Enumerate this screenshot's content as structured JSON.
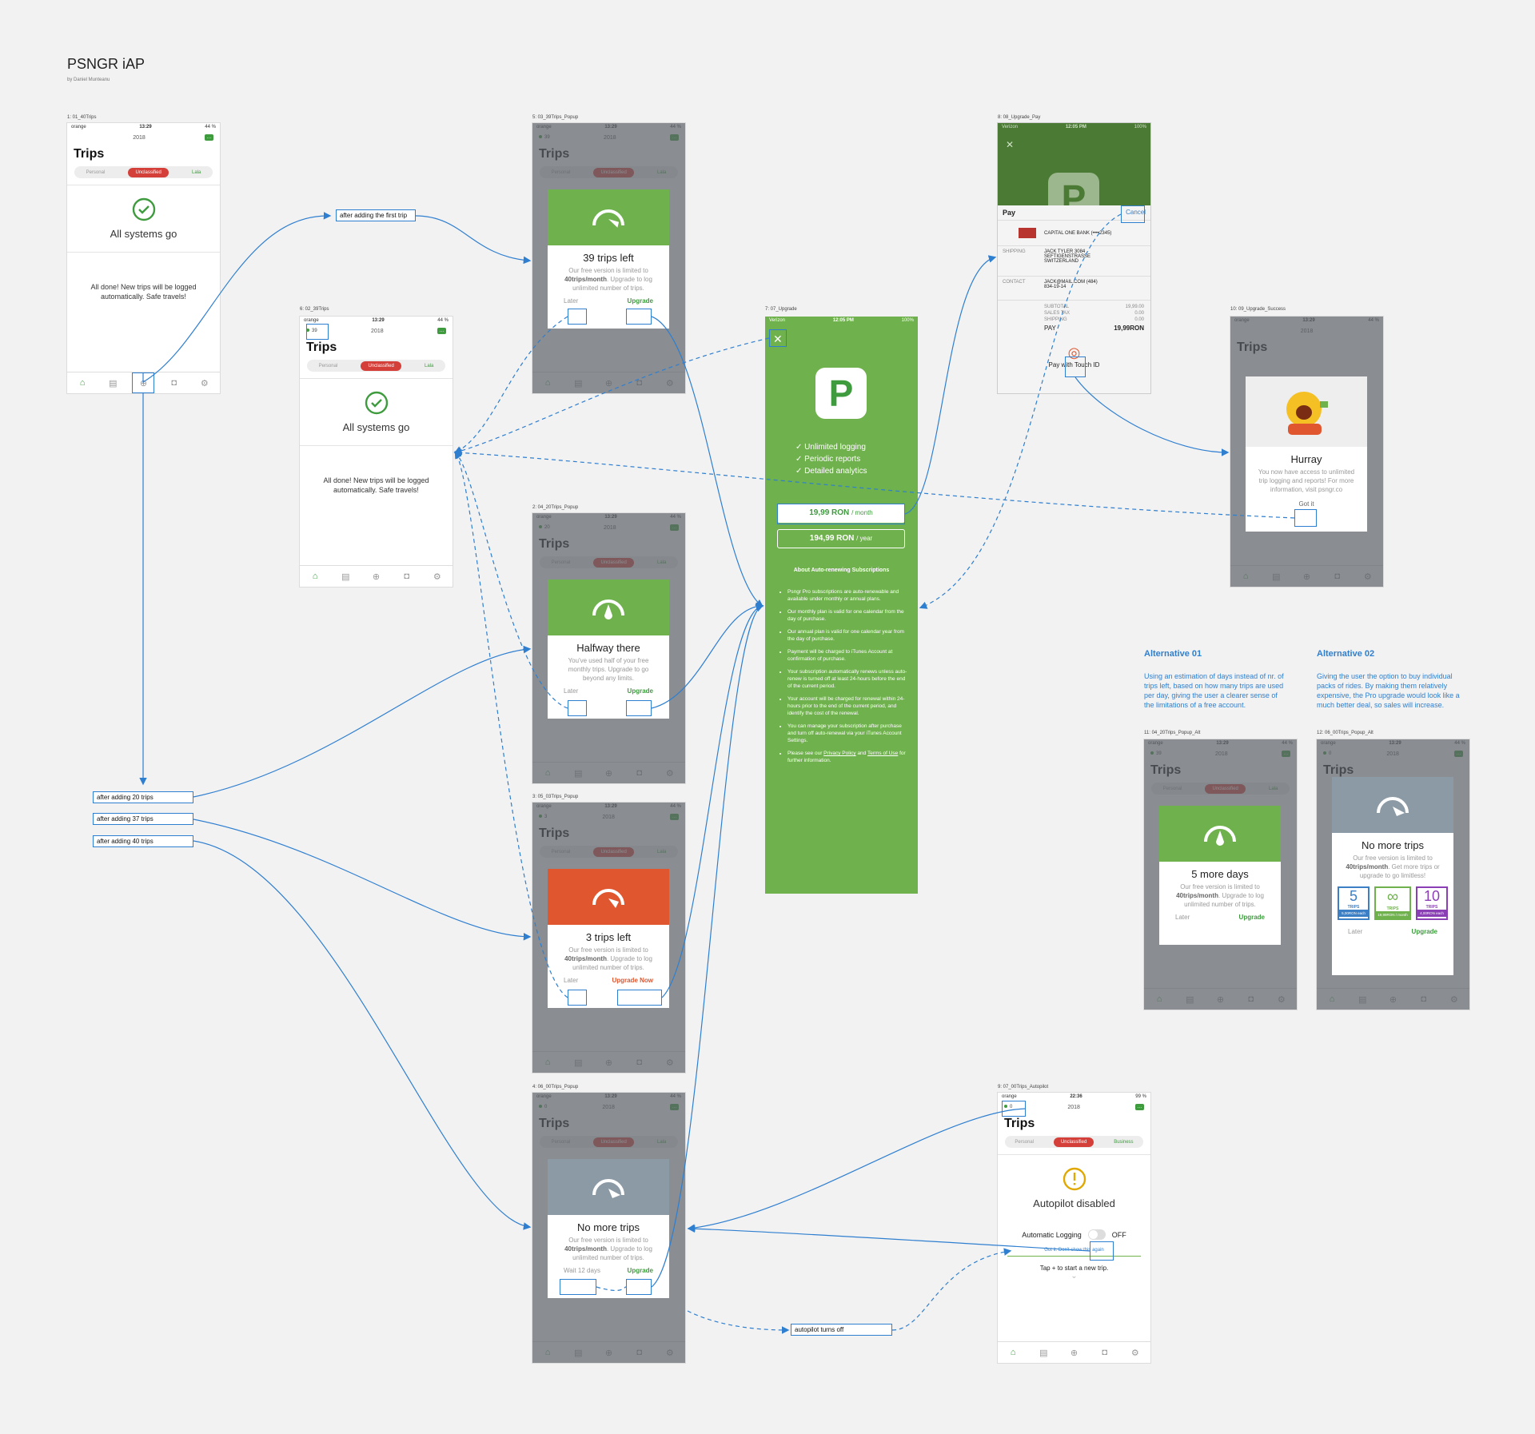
{
  "board": {
    "title": "PSNGR iAP",
    "subtitle": "by Daniel Munteanu"
  },
  "captions": {
    "s1": "1: 01_40Trips",
    "s6": "6: 02_39Trips",
    "s5": "5: 03_39Trips_Popup",
    "s2": "2: 04_20Trips_Popup",
    "s3": "3: 05_03Trips_Popup",
    "s4": "4: 06_00Trips_Popup",
    "s7": "7: 07_Upgrade",
    "s8": "8: 08_Upgrade_Pay",
    "s9": "9: 07_00Trips_Autopilot",
    "s10": "10: 09_Upgrade_Success",
    "s11": "11: 04_20Trips_Popup_Alt",
    "s12": "12: 06_00Trips_Popup_Alt"
  },
  "common": {
    "carrier": "orange",
    "time": "13:29",
    "battery": "44 %",
    "year": "2018",
    "title": "Trips",
    "seg": {
      "personal": "Personal",
      "unclassified": "Unclassified",
      "lala": "Lala",
      "business": "Business"
    },
    "ok": "All systems go",
    "done": "All done! New trips will be logged automatically. Safe travels!"
  },
  "counts": {
    "s6": "39",
    "s5": "39",
    "s2": "20",
    "s3": "3",
    "s4": "0",
    "s11": "39",
    "s12": "0",
    "s9": "0"
  },
  "popups": {
    "s5": {
      "title": "39 trips left",
      "pre": "Our free version is limited to ",
      "bold": "40trips/month",
      "post": ". Upgrade to log unlimited number of trips.",
      "later": "Later",
      "upgrade": "Upgrade"
    },
    "s2": {
      "title": "Halfway there",
      "desc": "You've used half of your free monthly trips. Upgrade to go beyond any limits.",
      "later": "Later",
      "upgrade": "Upgrade"
    },
    "s3": {
      "title": "3 trips left",
      "pre": "Our free version is limited to ",
      "bold": "40trips/month",
      "post": ". Upgrade to log unlimited number of trips.",
      "later": "Later",
      "upgrade": "Upgrade Now"
    },
    "s4": {
      "title": "No more trips",
      "pre": "Our free version is limited to ",
      "bold": "40trips/month",
      "post": ". Upgrade to log unlimited number of trips.",
      "later": "Wait 12 days",
      "upgrade": "Upgrade"
    },
    "s11": {
      "title": "5 more days",
      "pre": "Our free version is limited to ",
      "bold": "40trips/month",
      "post": ". Upgrade to log unlimited number of trips.",
      "later": "Later",
      "upgrade": "Upgrade"
    },
    "s12": {
      "title": "No more trips",
      "pre": "Our free version is limited to ",
      "bold": "40trips/month",
      "post": ". Get more trips or upgrade to go limitless!",
      "later": "Later",
      "upgrade": "Upgrade",
      "packs": [
        {
          "n": "5",
          "u": "TRIPS",
          "p": "5,00RON each"
        },
        {
          "n": "∞",
          "u": "TRIPS",
          "p": "19,99RON / month"
        },
        {
          "n": "10",
          "u": "TRIPS",
          "p": "4,00RON each"
        }
      ]
    }
  },
  "upgrade": {
    "carrier": "Verizon",
    "time": "12:05 PM",
    "battery": "100%",
    "logo": "P",
    "features": [
      "Unlimited logging",
      "Periodic reports",
      "Detailed analytics"
    ],
    "monthly_price": "19,99 RON",
    "monthly_unit": "/ month",
    "yearly_price": "194,99 RON",
    "yearly_unit": "/ year",
    "about": "About Auto-renewing Subscriptions",
    "terms": [
      "Psngr Pro subscriptions are auto-renewable and available under monthly or annual plans.",
      "Our monthly plan is valid for one calendar from the day of purchase.",
      "Our annual plan is valid for one calendar year from the day of purchase.",
      "Payment will be charged to iTunes Account at confirmation of purchase.",
      "Your subscription automatically renews unless auto-renew is turned off at least 24-hours before the end of the current period.",
      "Your account will be charged for renewal within 24-hours prior to the end of the current period, and identify the cost of the renewal.",
      "You can manage your subscription after purchase and turn off auto-renewal via your iTunes Account Settings."
    ],
    "last_pre": "Please see our ",
    "privacy": "Privacy Policy",
    "and": " and ",
    "tos": "Terms of Use",
    "last_post": " for further information."
  },
  "pay": {
    "carrier": "Verizon",
    "time": "12:05 PM",
    "battery": "100%",
    "logo": "P",
    "applepay": "Pay",
    "cancel": "Cancel",
    "card": "CAPITAL ONE BANK (••••2345)",
    "ship_label": "SHIPPING",
    "ship": "JACK TYLER 3084 SEFTIGENSTRASSE SWITZERLAND",
    "contact_label": "CONTACT",
    "contact": "JACK@MAIL.COM (484) 834-19-14",
    "subtotal": "SUBTOTAL",
    "subtotal_v": "19,99.00",
    "tax": "SALES TAX",
    "tax_v": "0.00",
    "ship2": "SHIPPING",
    "ship2_v": "0.00",
    "total": "PAY",
    "total_v": "19,99RON",
    "touch": "Pay with Touch ID"
  },
  "success": {
    "title": "Hurray",
    "desc": "You now have access to unlimited trip logging and reports! For more information, visit psngr.co",
    "btn": "Got it"
  },
  "autopilot": {
    "time": "22:36",
    "battery": "99 %",
    "title": "Autopilot disabled",
    "toggle_label": "Automatic Logging",
    "toggle_state": "OFF",
    "dismiss": "Got it. Don't show this again",
    "hint": "Tap + to start a new trip."
  },
  "alternatives": [
    {
      "title": "Alternative 01",
      "desc": "Using an estimation of days instead of nr. of trips left, based on how many trips are used per day, giving the user a clearer sense of the limitations of a free account."
    },
    {
      "title": "Alternative 02",
      "desc": "Giving the user the option to buy individual packs of rides. By making them relatively expensive, the Pro upgrade would look like  a  much better deal, so sales will increase."
    }
  ],
  "labels": {
    "first_trip": "after adding the first trip",
    "t20": "after adding 20 trips",
    "t37": "after adding 37 trips",
    "t40": "after adding 40 trips",
    "autopilot": "autopilot turns off"
  },
  "colors": {
    "green": "#6fb14c",
    "red": "#d43f3a",
    "orange": "#e0562f",
    "wire": "#2f7fd0",
    "grey_header": "#8c9aa6"
  }
}
